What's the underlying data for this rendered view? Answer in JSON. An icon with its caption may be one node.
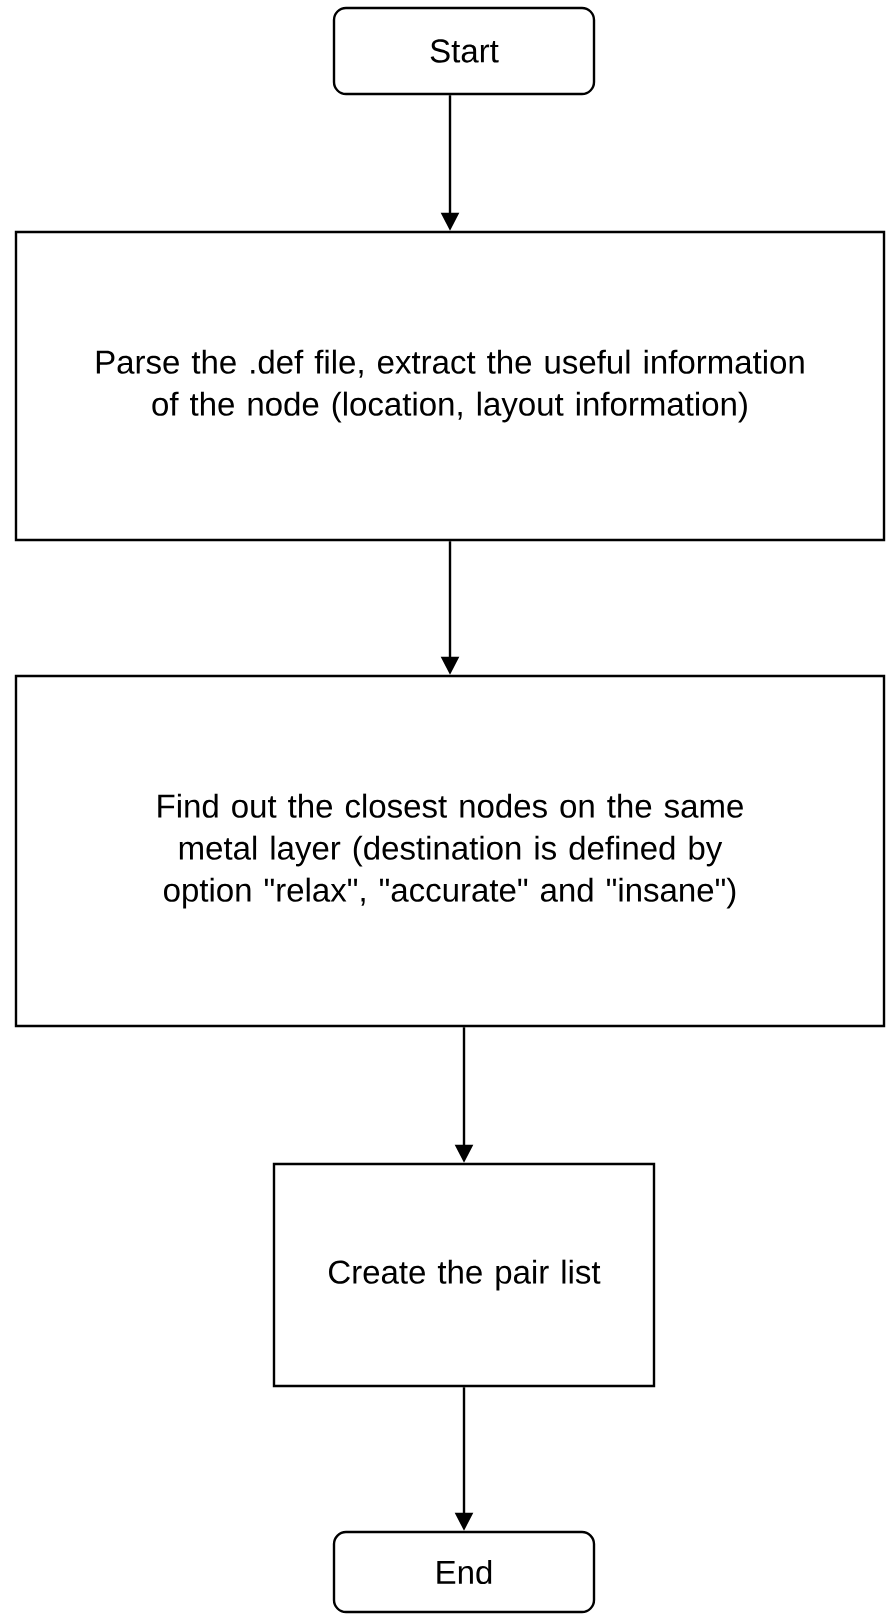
{
  "diagram": {
    "nodes": [
      {
        "text": [
          "Start"
        ]
      },
      {
        "text": [
          "Parse the .def file, extract the useful information of the node (location, layout information)"
        ]
      },
      {
        "text": [
          "Find out the closest nodes on the same metal layer (destination is defined by option \"relax\", \"accurate\" and \"insane\")"
        ]
      },
      {
        "text": [
          "Create the pair list"
        ]
      },
      {
        "text": [
          "End"
        ]
      }
    ],
    "edges": [
      {
        "from": 0,
        "to": 1,
        "arrow": "to"
      },
      {
        "from": 1,
        "to": 2,
        "arrow": "to"
      },
      {
        "from": 2,
        "to": 3,
        "arrow": "to"
      },
      {
        "from": 3,
        "to": 4,
        "arrow": "to"
      }
    ]
  }
}
